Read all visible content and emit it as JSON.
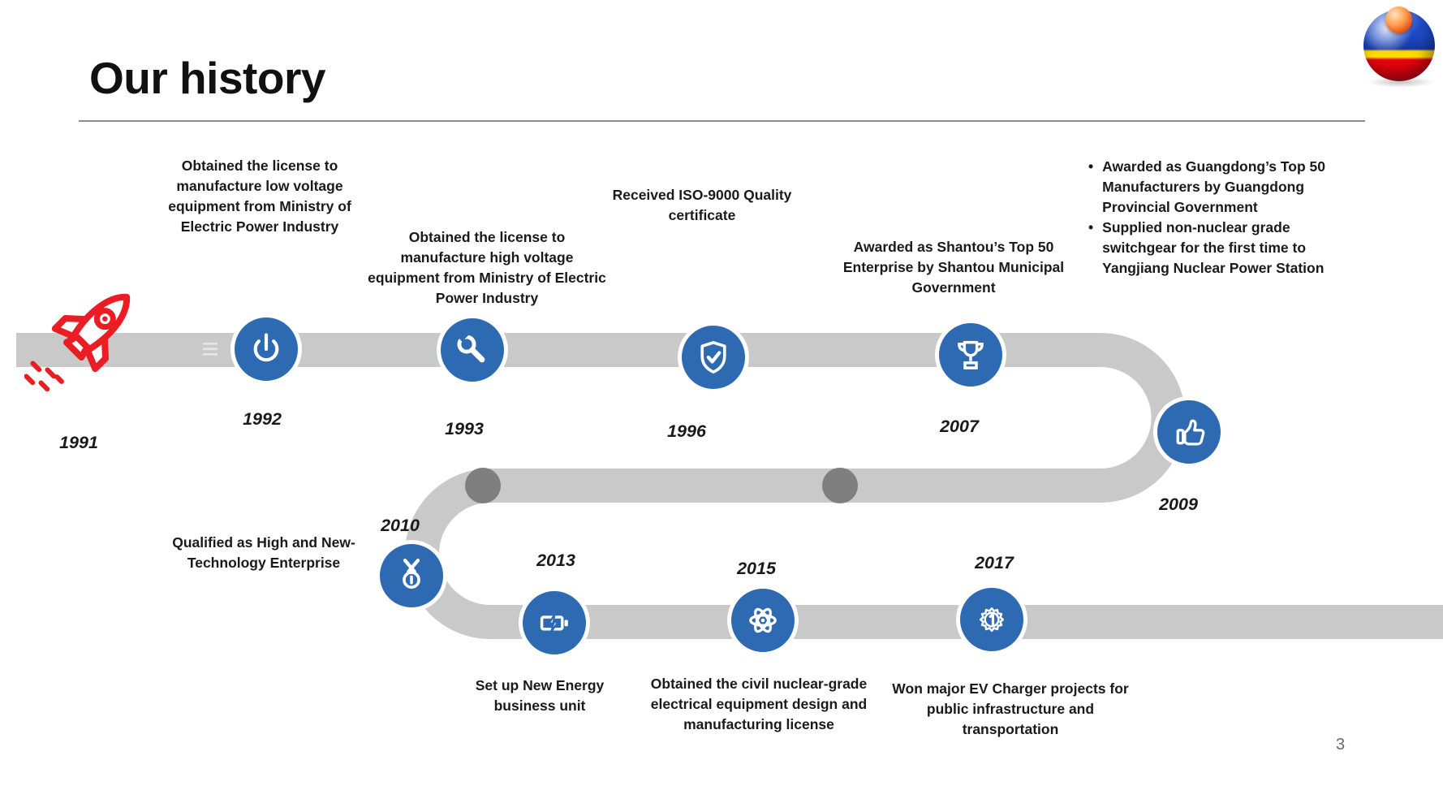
{
  "slide": {
    "title": "Our history",
    "page_number": "3"
  },
  "logo": {
    "description": "glossy-sphere-logo",
    "colors": {
      "blue": "#1c47c2",
      "yellow": "#ffd400",
      "red": "#e30613",
      "top_sphere": "#e8612a"
    }
  },
  "timeline": {
    "band_color": "#c9c9c9",
    "node_color": "#2d6ab2",
    "dot_color": "#7f7f7f",
    "accent_red": "#ec1c24",
    "bullet_char": "•",
    "milestones": [
      {
        "year": "1991",
        "icon": "rocket-icon"
      },
      {
        "year": "1992",
        "icon": "power-icon",
        "text": "Obtained the license to\nmanufacture low voltage\nequipment from Ministry of\nElectric Power Industry"
      },
      {
        "year": "1993",
        "icon": "wrench-icon",
        "text": "Obtained the license to\nmanufacture high voltage\nequipment from Ministry of Electric\nPower Industry"
      },
      {
        "year": "1996",
        "icon": "shield-check-icon",
        "text": "Received ISO-9000 Quality\ncertificate"
      },
      {
        "year": "2007",
        "icon": "trophy-icon",
        "text": "Awarded as Shantou’s Top 50\nEnterprise by Shantou Municipal\nGovernment"
      },
      {
        "year": "2009",
        "icon": "thumbs-up-icon",
        "bullets": [
          "Awarded as Guangdong’s Top 50\nManufacturers by Guangdong\nProvincial Government",
          "Supplied non-nuclear grade\nswitchgear for the first time to\nYangjiang Nuclear Power Station"
        ]
      },
      {
        "year": "2010",
        "icon": "medal-icon",
        "text": "Qualified as High and New-\nTechnology Enterprise"
      },
      {
        "year": "2013",
        "icon": "battery-charging-icon",
        "text": "Set up New Energy\nbusiness unit"
      },
      {
        "year": "2015",
        "icon": "atom-icon",
        "text": "Obtained the civil nuclear-grade\nelectrical equipment design and\nmanufacturing license"
      },
      {
        "year": "2017",
        "icon": "award-ribbon-icon",
        "text": "Won major EV Charger projects for\npublic infrastructure and\ntransportation"
      }
    ]
  }
}
